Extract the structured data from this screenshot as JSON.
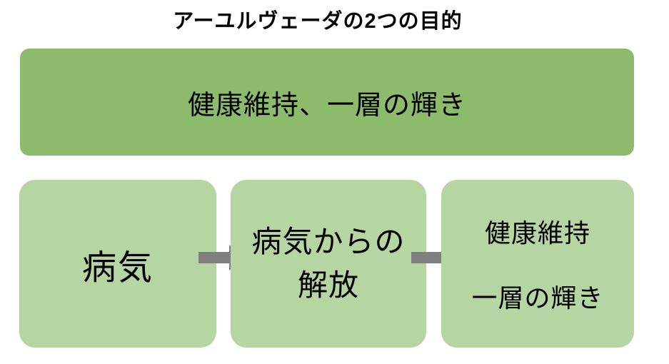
{
  "title": "アーユルヴェーダの2つの目的",
  "main_goal_box": {
    "label": "健康維持、一層の輝き"
  },
  "process_steps": [
    {
      "lines": [
        "病気"
      ]
    },
    {
      "lines": [
        "病気からの",
        "解放"
      ]
    },
    {
      "lines": [
        "健康維持",
        "一層の輝き"
      ]
    }
  ],
  "icons": {
    "step_connector": "right-block-arrow"
  },
  "colors": {
    "box_dark_green": "#8CBB6C",
    "box_light_green": "#B5D6A2",
    "arrow_gray": "#7F7F7F",
    "text_color": "#000000",
    "background": "#FFFFFF"
  }
}
